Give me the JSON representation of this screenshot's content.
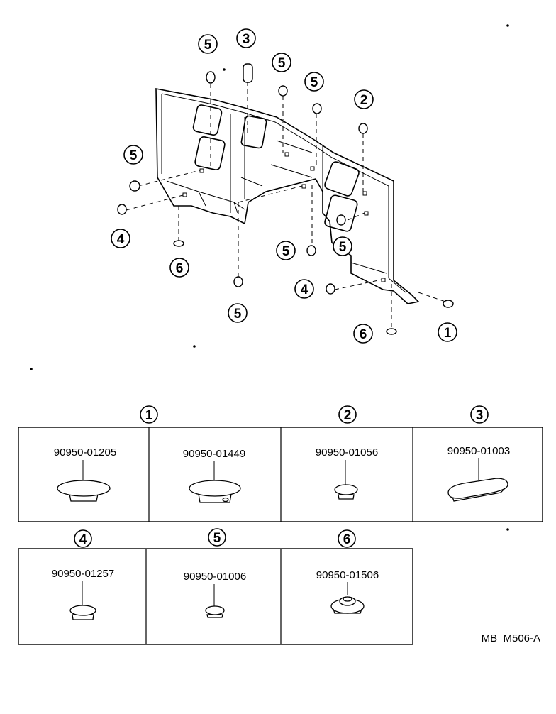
{
  "diagram": {
    "callouts": {
      "c1": "1",
      "c2": "2",
      "c3": "3",
      "c4": "4",
      "c5": "5",
      "c6": "6"
    }
  },
  "legend": {
    "groups": [
      {
        "id": "1",
        "parts": [
          "90950-01205",
          "90950-01449"
        ]
      },
      {
        "id": "2",
        "parts": [
          "90950-01056"
        ]
      },
      {
        "id": "3",
        "parts": [
          "90950-01003"
        ]
      },
      {
        "id": "4",
        "parts": [
          "90950-01257"
        ]
      },
      {
        "id": "5",
        "parts": [
          "90950-01006"
        ]
      },
      {
        "id": "6",
        "parts": [
          "90950-01506"
        ]
      }
    ]
  },
  "reference_code": "MB  M506-A"
}
